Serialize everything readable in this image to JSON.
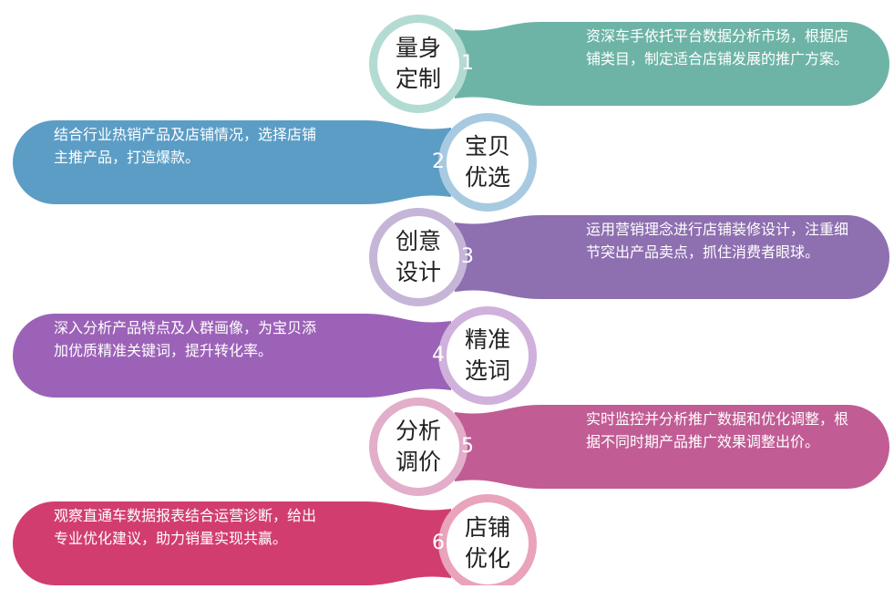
{
  "steps": [
    {
      "number": "1",
      "title_lines": [
        "量身",
        "定制"
      ],
      "description": "资深车手依托平台数据分析市场，根据店铺类目，制定适合店铺发展的推广方案。",
      "colors": {
        "banner": "#6db4a6",
        "ring": "#b3dbd3"
      }
    },
    {
      "number": "2",
      "title_lines": [
        "宝贝",
        "优选"
      ],
      "description": "结合行业热销产品及店铺情况，选择店铺主推产品，打造爆款。",
      "colors": {
        "banner": "#5b9dc5",
        "ring": "#a8cae1"
      }
    },
    {
      "number": "3",
      "title_lines": [
        "创意",
        "设计"
      ],
      "description": "运用营销理念进行店铺装修设计，注重细节突出产品卖点，抓住消费者眼球。",
      "colors": {
        "banner": "#8e6fb0",
        "ring": "#c5b6d8"
      }
    },
    {
      "number": "4",
      "title_lines": [
        "精准",
        "选词"
      ],
      "description": "深入分析产品特点及人群画像，为宝贝添加优质精准关键词，提升转化率。",
      "colors": {
        "banner": "#9c62b8",
        "ring": "#cfb1dc"
      }
    },
    {
      "number": "5",
      "title_lines": [
        "分析",
        "调价"
      ],
      "description": "实时监控并分析推广数据和优化调整，根据不同时期产品推广效果调整出价。",
      "colors": {
        "banner": "#c15c94",
        "ring": "#e2aeca"
      }
    },
    {
      "number": "6",
      "title_lines": [
        "店铺",
        "优化"
      ],
      "description": "观察直通车数据报表结合运营诊断，给出专业优化建议，助力销量实现共赢。",
      "colors": {
        "banner": "#d23d6f",
        "ring": "#e9a3bb"
      }
    }
  ]
}
